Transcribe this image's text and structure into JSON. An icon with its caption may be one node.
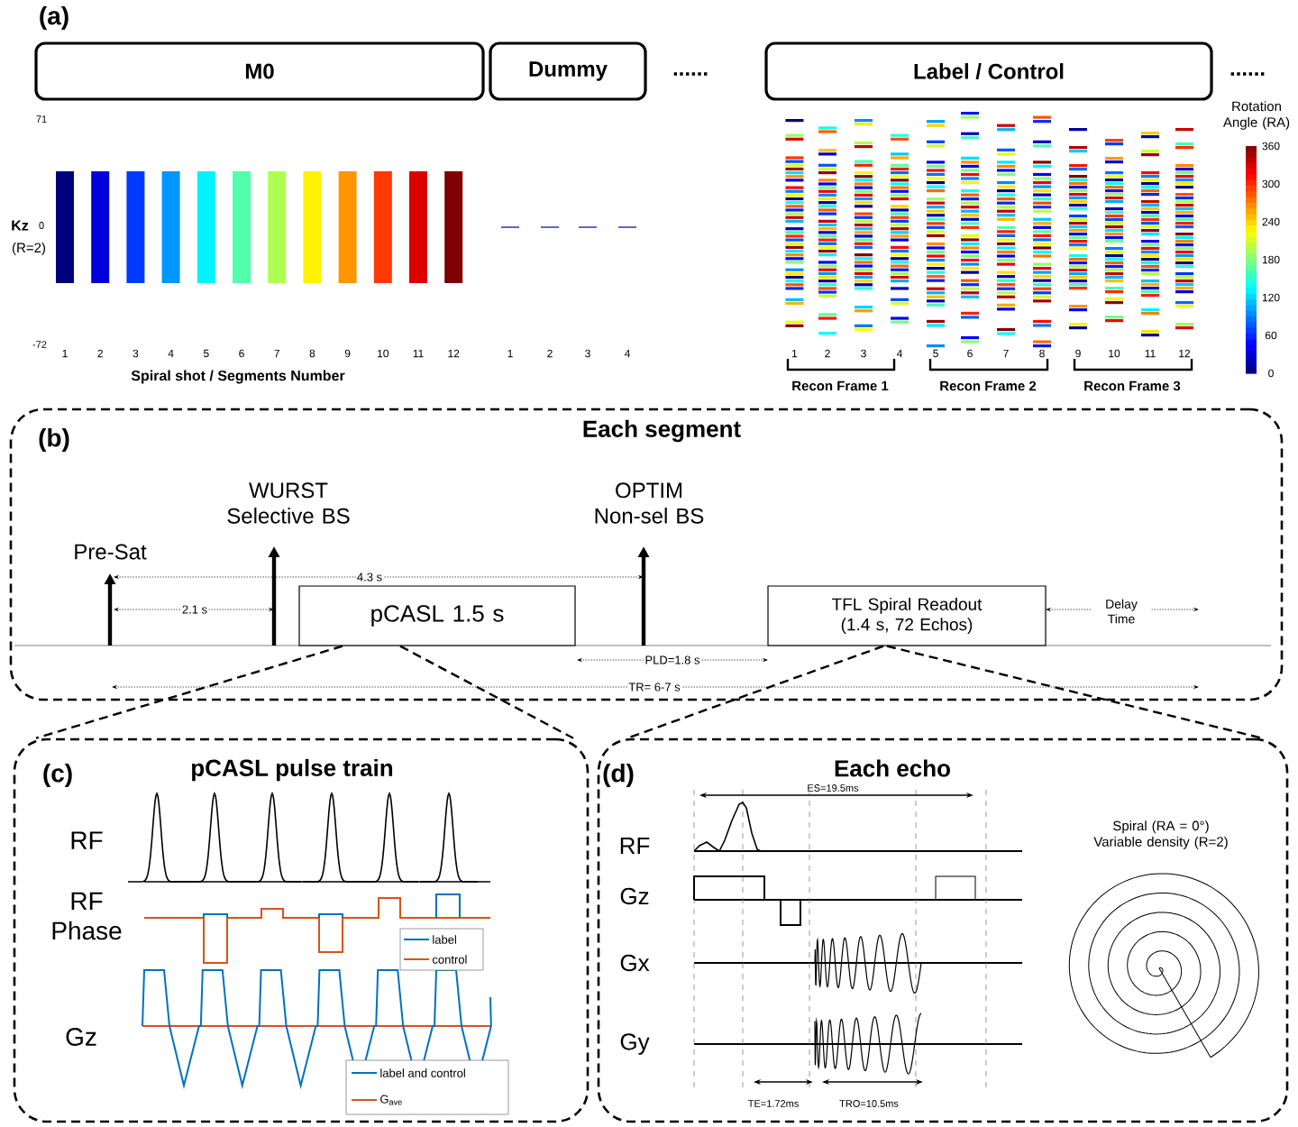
{
  "diagram": {
    "nodes": [
      {
        "text": [
          "M0"
        ]
      },
      {
        "text": [
          "Dummy"
        ]
      },
      {
        "text": [
          "Label / Control"
        ]
      },
      {
        "text": [
          "(b)",
          "Each segment"
        ]
      },
      {
        "text": [
          "pCASL 1.5 s"
        ],
        "in": 3
      },
      {
        "text": [
          "TFL Spiral Readout (1.4 s, 72 Echos)"
        ],
        "in": 3
      },
      {
        "text": [
          "(c)",
          "pCASL pulse train"
        ]
      },
      {
        "text": [
          "(d)",
          "Each echo"
        ]
      }
    ],
    "edges": [
      {
        "from": 4,
        "to": 6,
        "arrow": "none",
        "style": "dashed"
      },
      {
        "from": 4,
        "to": 6,
        "arrow": "none",
        "style": "dashed"
      },
      {
        "from": 5,
        "to": 7,
        "arrow": "none",
        "style": "dashed"
      },
      {
        "from": 5,
        "to": 7,
        "arrow": "none",
        "style": "dashed"
      }
    ],
    "labels": [
      "(a)",
      "......",
      "......",
      "71",
      "Kz",
      "(R=2)",
      "0",
      "-72",
      "1",
      "2",
      "3",
      "4",
      "5",
      "6",
      "7",
      "8",
      "9",
      "10",
      "11",
      "12",
      "1",
      "2",
      "3",
      "4",
      "Spiral shot / Segments Number",
      "Rotation Angle (RA)",
      "360",
      "300",
      "240",
      "180",
      "120",
      "60",
      "0",
      "1",
      "2",
      "3",
      "4",
      "5",
      "6",
      "7",
      "8",
      "9",
      "10",
      "11",
      "12",
      "Recon Frame 1",
      "Recon Frame 2",
      "Recon Frame 3",
      "Pre-Sat",
      "WURST Selective BS",
      "OPTIM Non-sel BS",
      "4.3 s",
      "2.1 s",
      "Delay Time",
      "PLD=1.8 s",
      "TR= 6-7 s",
      "RF",
      "RF Phase",
      "Gz",
      "ES=19.5ms",
      "RF",
      "Gz",
      "Gx",
      "Gy",
      "TE=1.72ms",
      "TRO=10.5ms",
      "Spiral (RA = 0°) Variable density (R=2)"
    ],
    "legend": [
      {
        "text": "label"
      },
      {
        "text": "control"
      },
      {
        "text": "label and control"
      },
      {
        "text": "G$_{ave}$"
      }
    ]
  }
}
